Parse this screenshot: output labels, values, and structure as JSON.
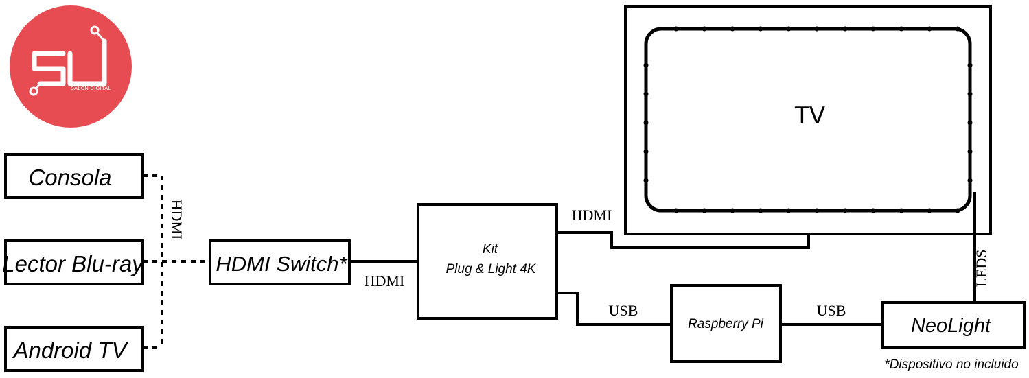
{
  "logo": {
    "brand_text": "SALON DIGITAL",
    "color": "#e84c53"
  },
  "sources": [
    {
      "id": "consola",
      "label": "Consola"
    },
    {
      "id": "bluray",
      "label": "Lector Blu-ray"
    },
    {
      "id": "android",
      "label": "Android TV"
    }
  ],
  "switch": {
    "label": "HDMI Switch*"
  },
  "kit": {
    "line1": "Kit",
    "line2": "Plug & Light 4K"
  },
  "raspberry": {
    "label": "Raspberry Pi"
  },
  "neolight": {
    "label": "NeoLight"
  },
  "tv": {
    "label": "TV"
  },
  "connections": {
    "sources_switch": "HDMI",
    "switch_kit": "HDMI",
    "kit_tv": "HDMI",
    "kit_raspberry": "USB",
    "raspberry_neolight": "USB",
    "neolight_tv": "LEDS"
  },
  "footnote": "*Dispositivo no incluido"
}
